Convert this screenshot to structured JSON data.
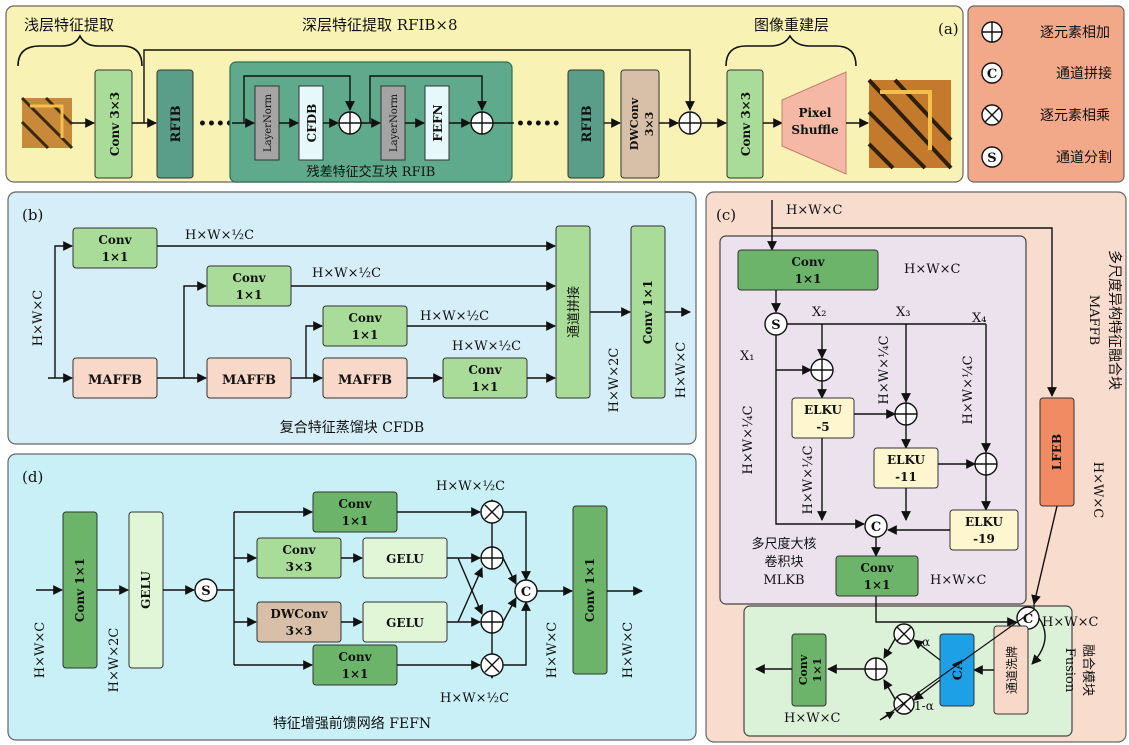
{
  "panel_a": {
    "tag": "(a)",
    "shallow": "浅层特征提取",
    "deep": "深层特征提取 RFIB×8",
    "recon": "图像重建层",
    "rfib_title": "残差特征交互块 RFIB",
    "conv3x3": "Conv 3×3",
    "rfib": "RFIB",
    "layernorm": "LayerNorm",
    "cfdb": "CFDB",
    "fefn": "FEFN",
    "dwconv": "DWConv",
    "k3x3": "3×3",
    "pixel": "Pixel",
    "shuffle": "Shuffle",
    "dots": "•••••"
  },
  "legend": {
    "add": "逐元素相加",
    "concat": "通道拼接",
    "mul": "逐元素相乘",
    "split": "通道分割",
    "c": "C",
    "s": "S"
  },
  "panel_b": {
    "tag": "(b)",
    "title": "复合特征蒸馏块 CFDB",
    "conv": "Conv",
    "k1x1": "1×1",
    "maffb": "MAFFB",
    "concat": "通道拼接",
    "conv1x1": "Conv 1×1",
    "hw_half": "H×W×½C",
    "hwc": "H×W×C",
    "hw2c": "H×W×2C"
  },
  "panel_c": {
    "tag": "(c)",
    "title_cn": "多尺度异构特征融合块",
    "title_en": "MAFFB",
    "hwc": "H×W×C",
    "hw_quarter": "H×W×¼C",
    "conv": "Conv",
    "k1x1": "1×1",
    "x1": "X₁",
    "x2": "X₂",
    "x3": "X₃",
    "x4": "X₄",
    "elku": "ELKU",
    "k5": "-5",
    "k11": "-11",
    "k19": "-19",
    "mlkb1": "多尺度大核",
    "mlkb2": "卷积块",
    "mlkb3": "MLKB",
    "lfeb": "LFEB",
    "ca": "CA",
    "channel_shuffle": "通道洗牌",
    "alpha": "α",
    "one_minus_alpha": "1-α",
    "fusion_cn": "融合模块",
    "fusion_en": "Fusion"
  },
  "panel_d": {
    "tag": "(d)",
    "title": "特征增强前馈网络 FEFN",
    "conv1x1": "Conv 1×1",
    "gelu": "GELU",
    "conv": "Conv",
    "k1x1": "1×1",
    "k3x3": "3×3",
    "dwconv": "DWConv",
    "hw_half": "H×W×½C",
    "hwc": "H×W×C",
    "hw2c": "H×W×2C"
  },
  "colors": {
    "yellow_panel": "#f8f3b4",
    "blue_panel": "#d6eef8",
    "cyan_panel": "#c8f0f6",
    "salmon_panel": "#f8dccd",
    "legend_panel": "#f2a98a",
    "teal_box": "#5a9e8a",
    "green_box": "#a8dc98",
    "pink_box": "#f8d8c8",
    "tan_box": "#d8c0a8",
    "lavender_panel": "#ebe2ee",
    "cream_box": "#fdf6cf",
    "ca_blue": "#1ea0e6",
    "lfeb_orange": "#f08b64"
  }
}
